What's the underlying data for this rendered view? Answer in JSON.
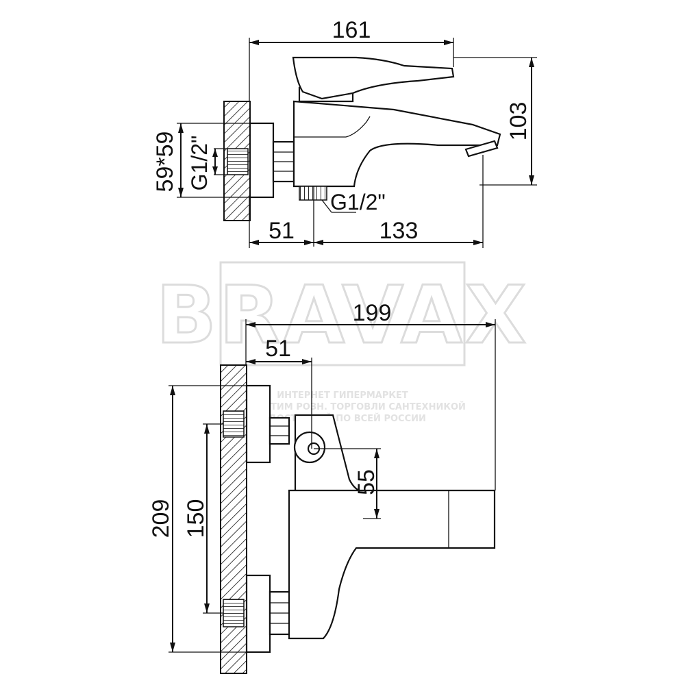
{
  "watermark": {
    "brand": "BRAVAX",
    "lines": [
      "ИНТЕРНЕТ ГИПЕРМАРКЕТ",
      "ВЕЗДЕ ОПТИМ РОЗН. ТОРГОВЛИ САНТЕХНИКОЙ",
      "С ДОСТАВКОЙ ПО ВСЕЙ РОССИИ"
    ]
  },
  "side_view": {
    "dim_overall_length": "161",
    "dim_height": "103",
    "dim_flange": "59*59",
    "dim_inlet_thread": "G1/2\"",
    "dim_outlet_thread": "G1/2\"",
    "dim_wall_to_outlet": "51",
    "dim_outlet_to_spout": "133"
  },
  "front_view": {
    "dim_overall_width": "199",
    "dim_wall_to_axis": "51",
    "dim_total_height": "209",
    "dim_inlet_spacing": "150",
    "dim_handle_offset": "55"
  },
  "colors": {
    "line": "#111111",
    "watermark": "#dcdcdc",
    "background": "#ffffff"
  }
}
